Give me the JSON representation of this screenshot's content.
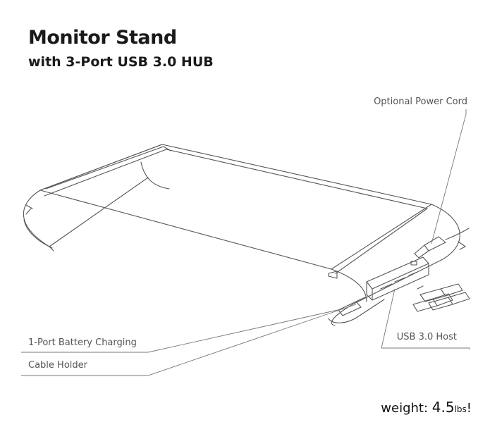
{
  "header": {
    "title": "Monitor Stand",
    "subtitle": "with 3-Port USB 3.0 HUB"
  },
  "callouts": {
    "power": "Optional Power Cord",
    "host": "USB 3.0 Host",
    "battery": "1-Port Battery Charging",
    "cable": "Cable Holder"
  },
  "weight": {
    "label": "weight: ",
    "value": "4.5",
    "unit": "lbs",
    "suffix": "!"
  }
}
